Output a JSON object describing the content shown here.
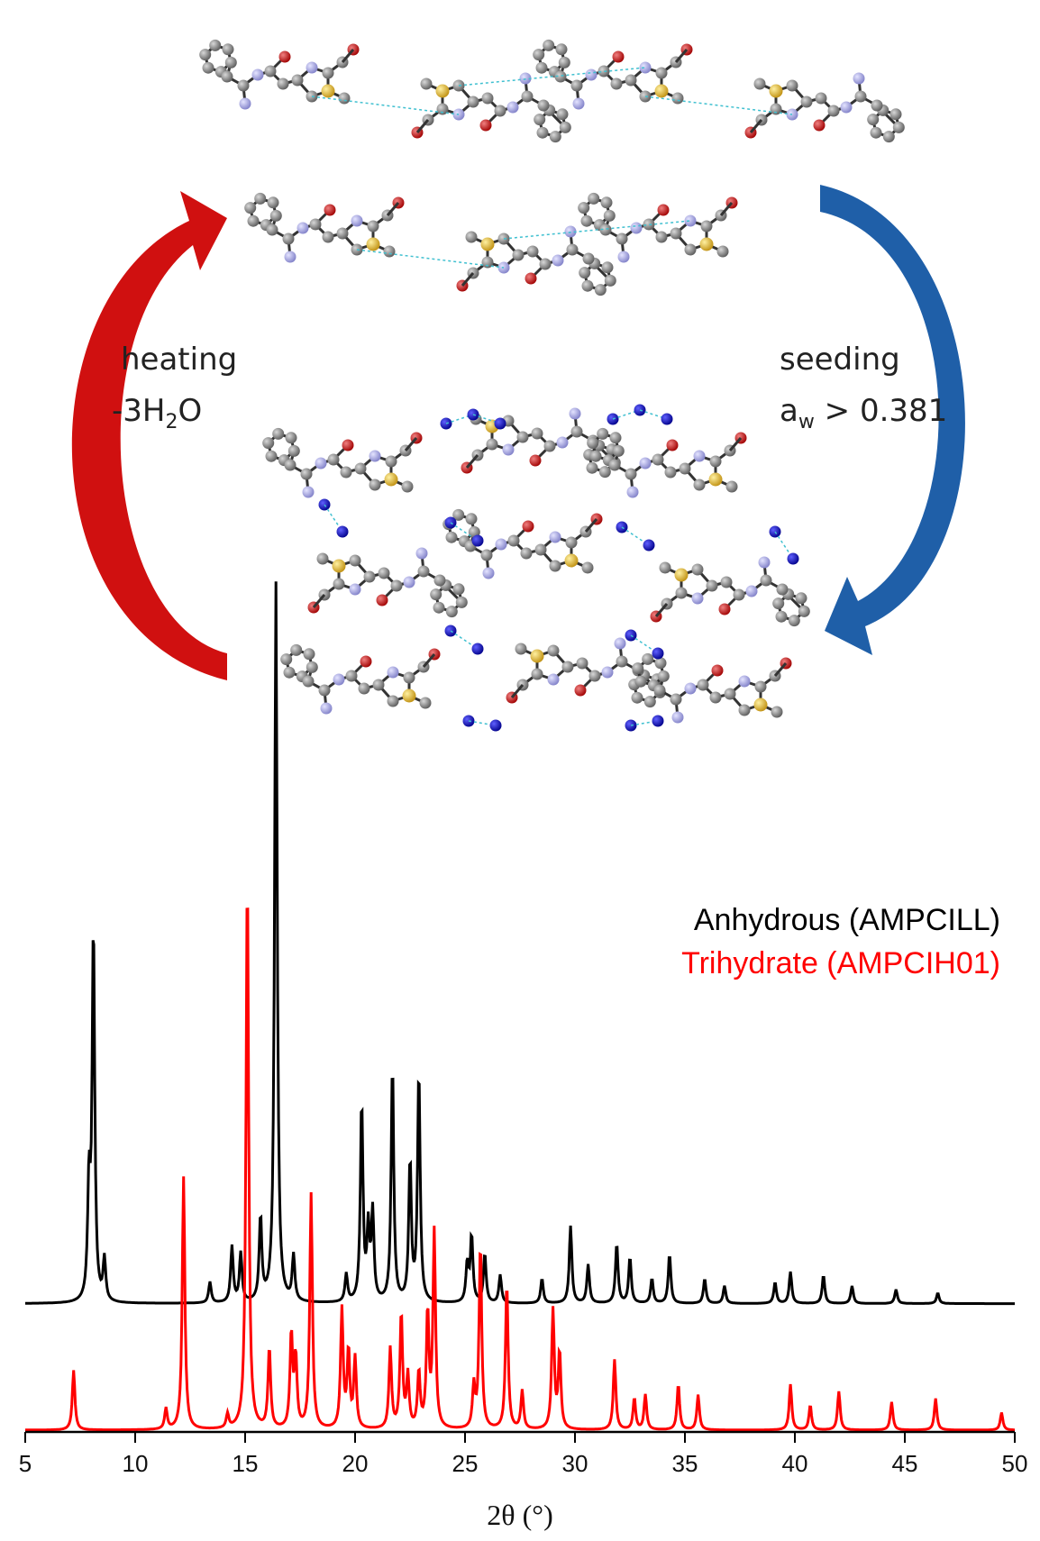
{
  "labels": {
    "left": {
      "line1": "heating",
      "line2_prefix": "-3H",
      "line2_sub": "2",
      "line2_suffix": "O"
    },
    "right": {
      "line1": "seeding",
      "line2_prefix": "a",
      "line2_sub": "w",
      "line2_suffix": " > 0.381"
    }
  },
  "colors": {
    "heating_arrow": "#d01010",
    "seeding_arrow": "#1f5fa8",
    "carbon": "#7a7a7a",
    "oxygen": "#c0181c",
    "sulfur": "#e8c030",
    "nitrogen": "#9a9ae0",
    "water_oxygen": "#1010b0",
    "hbond": "#40c0d0"
  },
  "chart_data": {
    "type": "line",
    "xlabel": "2θ (°)",
    "ylabel": "",
    "xlim": [
      5,
      50
    ],
    "x_ticks": [
      5,
      10,
      15,
      20,
      25,
      30,
      35,
      40,
      45,
      50
    ],
    "legend_position": "top-right",
    "series": [
      {
        "name": "Anhydrous (AMPCILL)",
        "color": "#000000",
        "baseline": 0.36,
        "peaks": [
          [
            7.9,
            0.32
          ],
          [
            8.1,
            1.07
          ],
          [
            8.6,
            0.12
          ],
          [
            13.4,
            0.06
          ],
          [
            14.4,
            0.16
          ],
          [
            14.8,
            0.14
          ],
          [
            15.7,
            0.24
          ],
          [
            16.4,
            2.05
          ],
          [
            17.2,
            0.13
          ],
          [
            19.6,
            0.08
          ],
          [
            20.3,
            0.57
          ],
          [
            20.6,
            0.2
          ],
          [
            20.8,
            0.25
          ],
          [
            21.7,
            0.68
          ],
          [
            22.5,
            0.4
          ],
          [
            22.9,
            0.66
          ],
          [
            25.1,
            0.11
          ],
          [
            25.3,
            0.19
          ],
          [
            25.9,
            0.14
          ],
          [
            26.6,
            0.08
          ],
          [
            28.5,
            0.07
          ],
          [
            29.8,
            0.22
          ],
          [
            30.6,
            0.11
          ],
          [
            31.9,
            0.17
          ],
          [
            32.5,
            0.13
          ],
          [
            33.5,
            0.07
          ],
          [
            34.3,
            0.14
          ],
          [
            35.9,
            0.07
          ],
          [
            36.8,
            0.05
          ],
          [
            39.1,
            0.06
          ],
          [
            39.8,
            0.09
          ],
          [
            41.3,
            0.08
          ],
          [
            42.6,
            0.05
          ],
          [
            44.6,
            0.04
          ],
          [
            46.5,
            0.03
          ]
        ]
      },
      {
        "name": "Trihydrate (AMPCIH01)",
        "color": "#ff0000",
        "baseline": 0.0,
        "peaks": [
          [
            7.2,
            0.17
          ],
          [
            11.4,
            0.06
          ],
          [
            12.2,
            0.72
          ],
          [
            14.2,
            0.04
          ],
          [
            15.1,
            1.6
          ],
          [
            16.1,
            0.23
          ],
          [
            17.1,
            0.27
          ],
          [
            17.3,
            0.2
          ],
          [
            18.0,
            0.67
          ],
          [
            19.4,
            0.34
          ],
          [
            19.7,
            0.22
          ],
          [
            20.0,
            0.2
          ],
          [
            21.6,
            0.23
          ],
          [
            22.1,
            0.33
          ],
          [
            22.4,
            0.15
          ],
          [
            22.9,
            0.16
          ],
          [
            23.3,
            0.33
          ],
          [
            23.6,
            0.56
          ],
          [
            25.4,
            0.12
          ],
          [
            25.7,
            0.53
          ],
          [
            26.9,
            0.42
          ],
          [
            27.6,
            0.11
          ],
          [
            29.0,
            0.34
          ],
          [
            29.3,
            0.22
          ],
          [
            31.8,
            0.2
          ],
          [
            32.7,
            0.09
          ],
          [
            33.2,
            0.1
          ],
          [
            34.7,
            0.13
          ],
          [
            35.6,
            0.1
          ],
          [
            39.8,
            0.13
          ],
          [
            40.7,
            0.07
          ],
          [
            42.0,
            0.11
          ],
          [
            44.4,
            0.08
          ],
          [
            46.4,
            0.09
          ],
          [
            49.4,
            0.05
          ]
        ]
      }
    ]
  }
}
